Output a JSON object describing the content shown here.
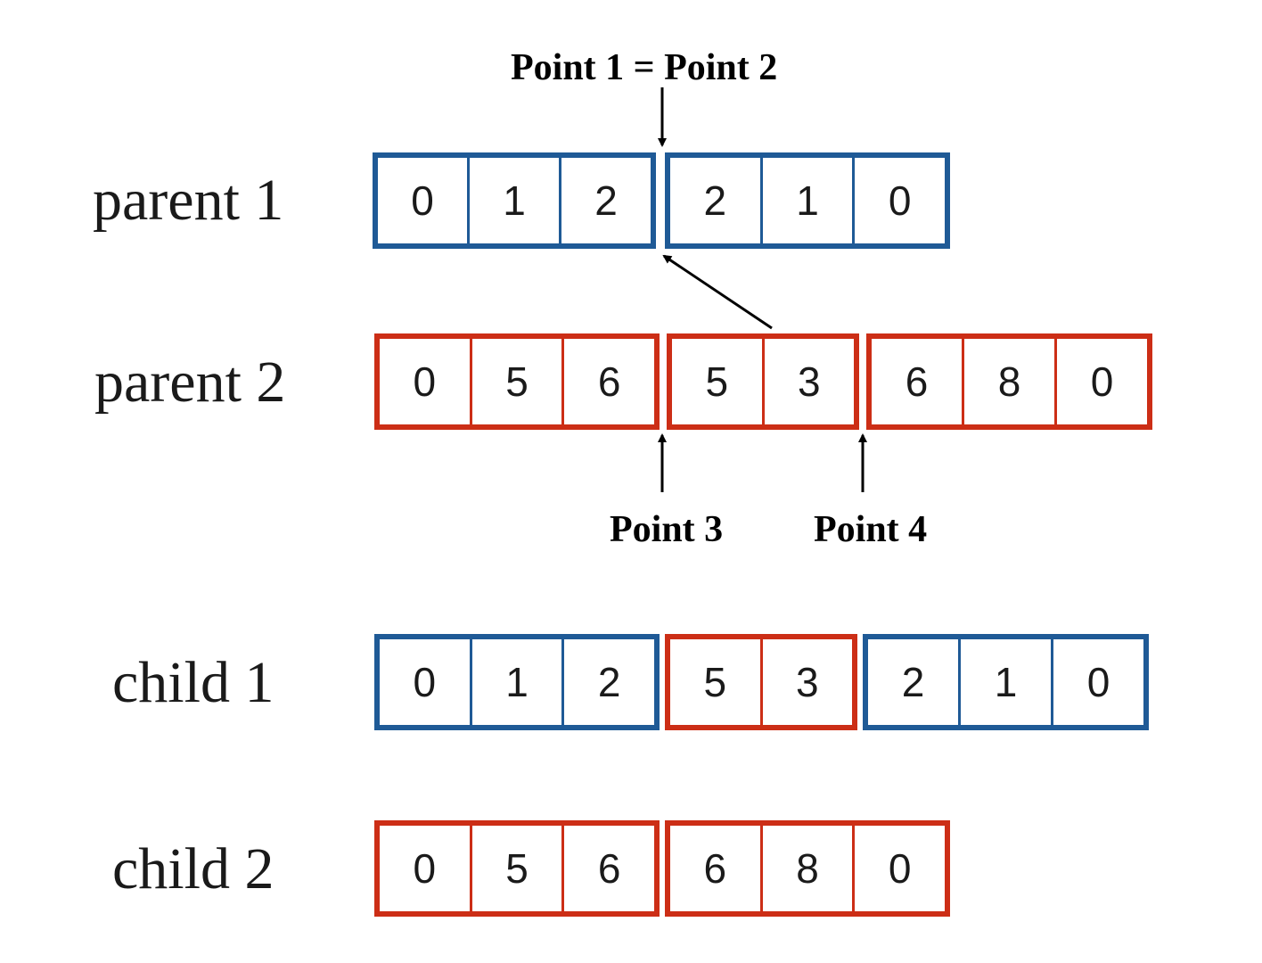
{
  "annotations": {
    "point12": "Point 1 = Point 2",
    "point3": "Point 3",
    "point4": "Point 4"
  },
  "colors": {
    "parent1": "#1f5a96",
    "parent2": "#cc2e16"
  },
  "rows": {
    "parent1": {
      "label": "parent 1",
      "segments": [
        {
          "source": "parent1",
          "cells": [
            "0",
            "1",
            "2"
          ]
        },
        {
          "source": "parent1",
          "cells": [
            "2",
            "1",
            "0"
          ]
        }
      ]
    },
    "parent2": {
      "label": "parent 2",
      "segments": [
        {
          "source": "parent2",
          "cells": [
            "0",
            "5",
            "6"
          ]
        },
        {
          "source": "parent2",
          "cells": [
            "5",
            "3"
          ]
        },
        {
          "source": "parent2",
          "cells": [
            "6",
            "8",
            "0"
          ]
        }
      ]
    },
    "child1": {
      "label": "child 1",
      "segments": [
        {
          "source": "parent1",
          "cells": [
            "0",
            "1",
            "2"
          ]
        },
        {
          "source": "parent2",
          "cells": [
            "5",
            "3"
          ]
        },
        {
          "source": "parent1",
          "cells": [
            "2",
            "1",
            "0"
          ]
        }
      ]
    },
    "child2": {
      "label": "child 2",
      "segments": [
        {
          "source": "parent2",
          "cells": [
            "0",
            "5",
            "6"
          ]
        },
        {
          "source": "parent2",
          "cells": [
            "6",
            "8",
            "0"
          ]
        }
      ]
    }
  }
}
